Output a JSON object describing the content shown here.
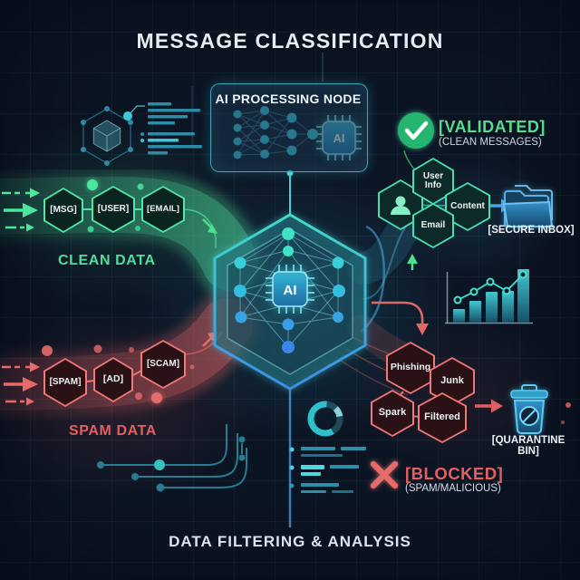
{
  "title": "MESSAGE CLASSIFICATION",
  "footer": "DATA FILTERING & ANALYSIS",
  "ai_processing_node": {
    "label": "AI PROCESSING NODE",
    "chip_label": "AI"
  },
  "center_node": {
    "chip_label": "AI"
  },
  "validated": {
    "label": "[VALIDATED]",
    "sublabel": "(CLEAN MESSAGES)"
  },
  "blocked": {
    "label": "[BLOCKED]",
    "sublabel": "(SPAM/MALICIOUS)"
  },
  "clean_input": {
    "label": "CLEAN DATA",
    "nodes": [
      "[MSG]",
      "[USER]",
      "[EMAIL]"
    ]
  },
  "spam_input": {
    "label": "SPAM DATA",
    "nodes": [
      "[SPAM]",
      "[AD]",
      "[SCAM]"
    ]
  },
  "clean_output": {
    "nodes": [
      "User Info",
      "Content",
      "Email"
    ],
    "destination": "[SECURE INBOX]"
  },
  "spam_output": {
    "nodes": [
      "Phishing",
      "Junk",
      "Spark",
      "Filtered"
    ],
    "destination": "[QUARANTINE BIN]"
  },
  "icons": {
    "validated": "check-circle-icon",
    "blocked": "x-mark-icon",
    "secure_inbox": "folder-icon",
    "quarantine_bin": "trash-bin-icon",
    "user": "person-icon",
    "ai_chip": "ai-chip-icon",
    "neural_network": "neural-network-icon"
  },
  "colors": {
    "background": "#0c1524",
    "clean_green": "#4fe8a8",
    "spam_red": "#e86a6a",
    "teal": "#3fd2da",
    "blue": "#46a6e8",
    "validated_green": "#25b56e",
    "text": "#e8eef5"
  }
}
